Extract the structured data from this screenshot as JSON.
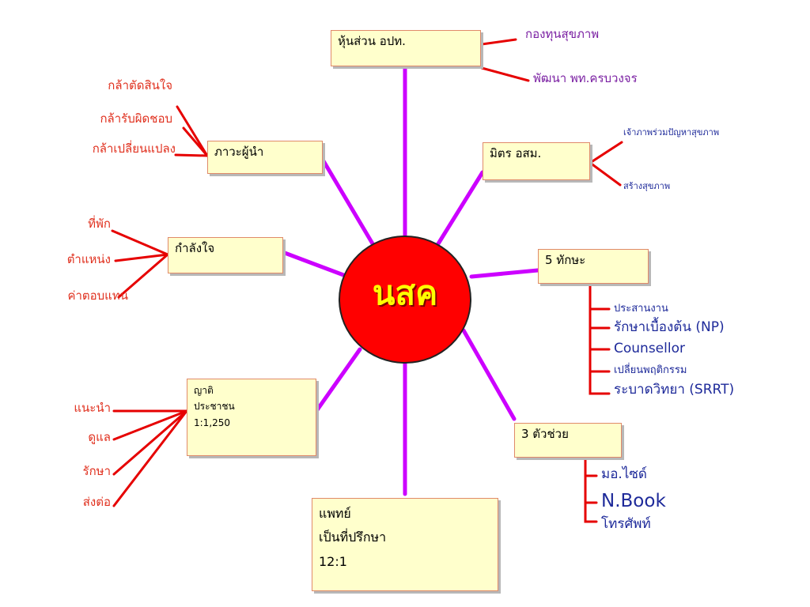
{
  "hub": {
    "label": "นสค"
  },
  "nodes": {
    "partners": {
      "text": "หุ้นส่วน อปท."
    },
    "leadership": {
      "text": "ภาวะผู้นำ"
    },
    "friends": {
      "text": "มิตร อสม."
    },
    "morale": {
      "text": "กำลังใจ"
    },
    "skills": {
      "text": "5 ทักษะ"
    },
    "relatives": {
      "lines": [
        "ญาติ",
        "ประชาชน",
        "1:1,250"
      ]
    },
    "helpers": {
      "text": "3 ตัวช่วย"
    },
    "doctor": {
      "lines": [
        "แพทย์",
        "เป็นที่ปรึกษา",
        "12:1"
      ]
    }
  },
  "branches": {
    "partners": [
      "กองทุนสุขภาพ",
      "พัฒนา พท.ครบวงจร"
    ],
    "leadership": [
      "กล้าตัดสินใจ",
      "กล้ารับผิดชอบ",
      "กล้าเปลี่ยนแปลง"
    ],
    "friends": [
      "เจ้าภาพร่วมปัญหาสุขภาพ",
      "สร้างสุขภาพ"
    ],
    "morale": [
      "ที่พัก",
      "ตำแหน่ง",
      "ค่าตอบแทน"
    ],
    "skills": [
      "ประสานงาน",
      "รักษาเบื้องต้น (NP)",
      "Counsellor",
      "เปลี่ยนพฤติกรรม",
      "ระบาดวิทยา (SRRT)"
    ],
    "relatives": [
      "แนะนำ",
      "ดูแล",
      "รักษา",
      "ส่งต่อ"
    ],
    "helpers": [
      "มอ.ไซด์",
      "N.Book",
      "โทรศัพท์"
    ]
  },
  "colors": {
    "spoke": "#cc00ff",
    "branch": "#e60000",
    "hub_fill": "#ff0000",
    "hub_text": "#ffff00",
    "box_fill": "#ffffcc"
  }
}
